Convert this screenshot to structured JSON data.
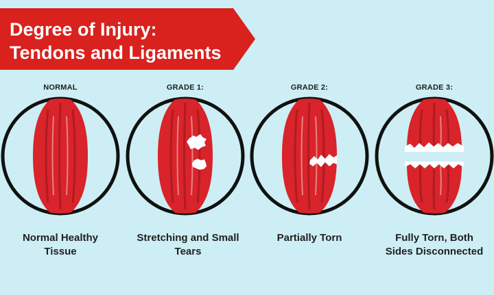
{
  "title": {
    "line1": "Degree of Injury:",
    "line2": "Tendons and Ligaments"
  },
  "colors": {
    "background": "#cdeef4",
    "banner": "#d9211e",
    "muscle": "#d8242a",
    "muscle_dark": "#b01b22",
    "muscle_light": "#f2a19d",
    "circle_border": "#111111"
  },
  "panels": [
    {
      "label": "NORMAL",
      "caption_line1": "Normal Healthy",
      "caption_line2": "Tissue",
      "state": "normal"
    },
    {
      "label": "GRADE 1:",
      "caption_line1": "Stretching and Small",
      "caption_line2": "Tears",
      "state": "small-tears"
    },
    {
      "label": "GRADE 2:",
      "caption_line1": "Partially Torn",
      "caption_line2": "",
      "state": "partial-tear"
    },
    {
      "label": "GRADE 3:",
      "caption_line1": "Fully Torn, Both",
      "caption_line2": "Sides Disconnected",
      "state": "full-tear"
    }
  ]
}
